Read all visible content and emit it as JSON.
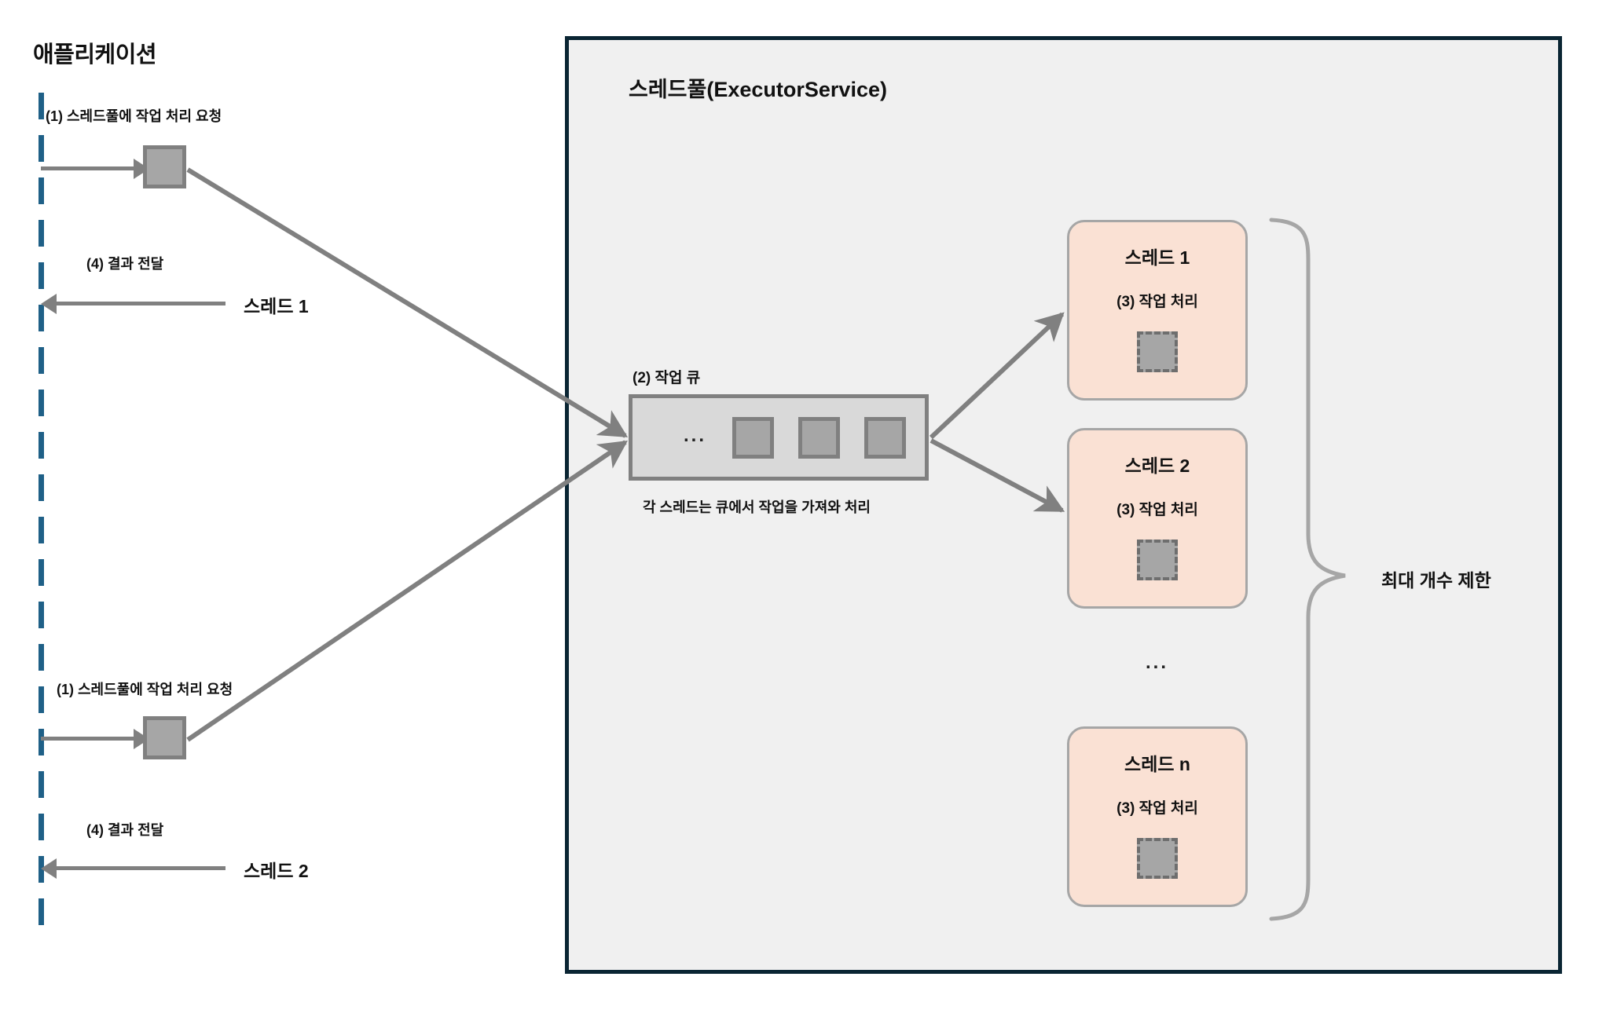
{
  "application": {
    "title": "애플리케이션",
    "flows": [
      {
        "request_label": "(1) 스레드풀에 작업 처리 요청",
        "result_label": "(4) 결과 전달",
        "thread_name": "스레드 1"
      },
      {
        "request_label": "(1) 스레드풀에 작업 처리 요청",
        "result_label": "(4) 결과 전달",
        "thread_name": "스레드 2"
      }
    ]
  },
  "threadpool": {
    "title": "스레드풀(ExecutorService)",
    "queue": {
      "label": "(2) 작업 큐",
      "ellipsis": "...",
      "items": [
        "",
        "",
        ""
      ],
      "caption": "각 스레드는 큐에서 작업을 가져와 처리"
    },
    "threads": [
      {
        "name": "스레드 1",
        "status": "(3) 작업 처리"
      },
      {
        "name": "스레드 2",
        "status": "(3) 작업 처리"
      },
      {
        "name": "스레드 n",
        "status": "(3) 작업 처리"
      }
    ],
    "threads_ellipsis": "...",
    "brace_label": "최대 개수 제한"
  },
  "colors": {
    "pool_border": "#0A2533",
    "pool_fill": "#F0F0F0",
    "lifeline": "#1F6087",
    "arrow": "#808080",
    "task_fill": "#A6A6A6",
    "thread_card_fill": "#FAE1D4",
    "queue_fill": "#D9D9D9",
    "brace": "#A6A6A6"
  }
}
